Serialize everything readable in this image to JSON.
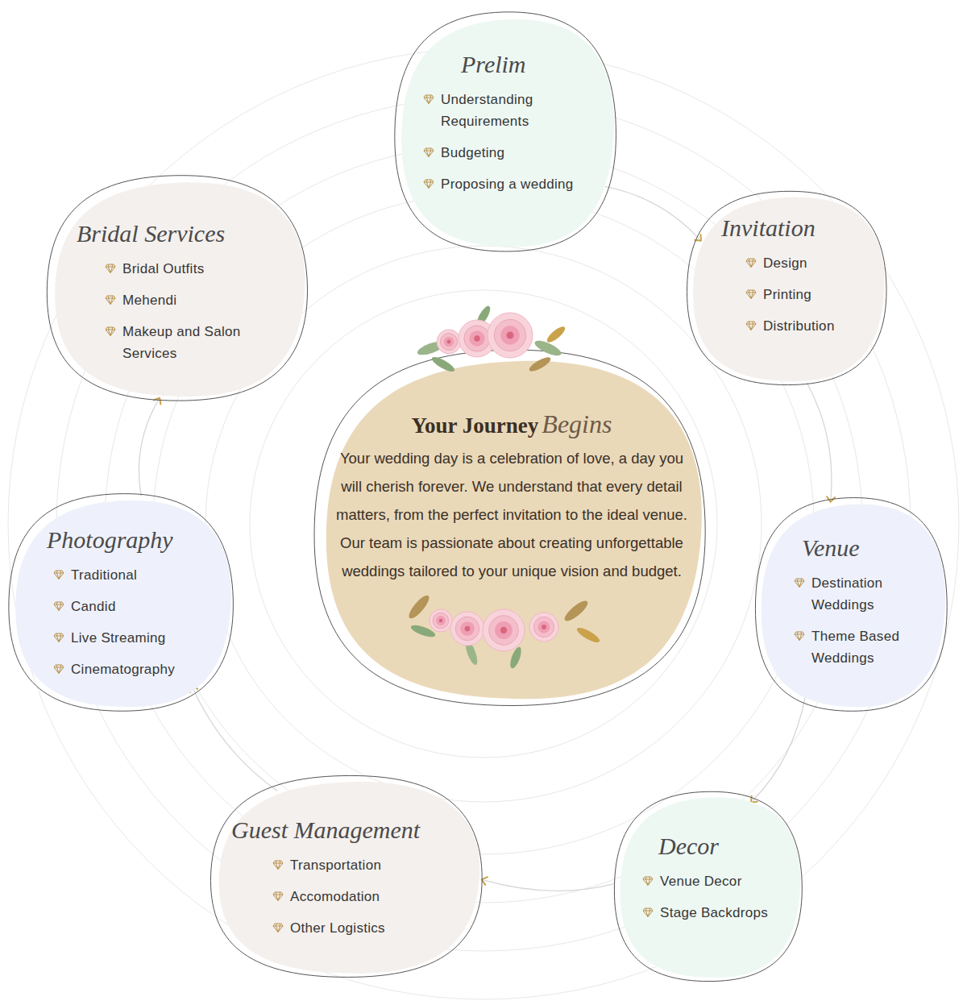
{
  "diagram": {
    "nodes": [
      {
        "text": [
          "Your Journey",
          "Begins",
          "Your wedding day is a celebration of love, a day you will cherish forever. We understand that every detail matters, from the perfect invitation to the ideal venue. Our team is passionate about creating unforgettable weddings tailored to your unique vision and budget."
        ]
      },
      {
        "text": [
          "Prelim",
          "Understanding Requirements",
          "Budgeting",
          "Proposing a wedding"
        ]
      },
      {
        "text": [
          "Invitation",
          "Design",
          "Printing",
          "Distribution"
        ]
      },
      {
        "text": [
          "Venue",
          "Destination Weddings",
          "Theme Based Weddings"
        ]
      },
      {
        "text": [
          "Decor",
          "Venue Decor",
          "Stage Backdrops"
        ]
      },
      {
        "text": [
          "Guest Management",
          "Transportation",
          "Accomodation",
          "Other Logistics"
        ]
      },
      {
        "text": [
          "Photography",
          "Traditional",
          "Candid",
          "Live Streaming",
          "Cinematography"
        ]
      },
      {
        "text": [
          "Bridal Services",
          "Bridal Outfits",
          "Mehendi",
          "Makeup and Salon Services"
        ]
      }
    ],
    "edges": [
      {
        "from": 1,
        "to": 2,
        "arrow": "to"
      },
      {
        "from": 2,
        "to": 3,
        "arrow": "to"
      },
      {
        "from": 3,
        "to": 4,
        "arrow": "to"
      },
      {
        "from": 4,
        "to": 5,
        "arrow": "to"
      },
      {
        "from": 5,
        "to": 6,
        "arrow": "to"
      },
      {
        "from": 6,
        "to": 7,
        "arrow": "to"
      }
    ]
  }
}
